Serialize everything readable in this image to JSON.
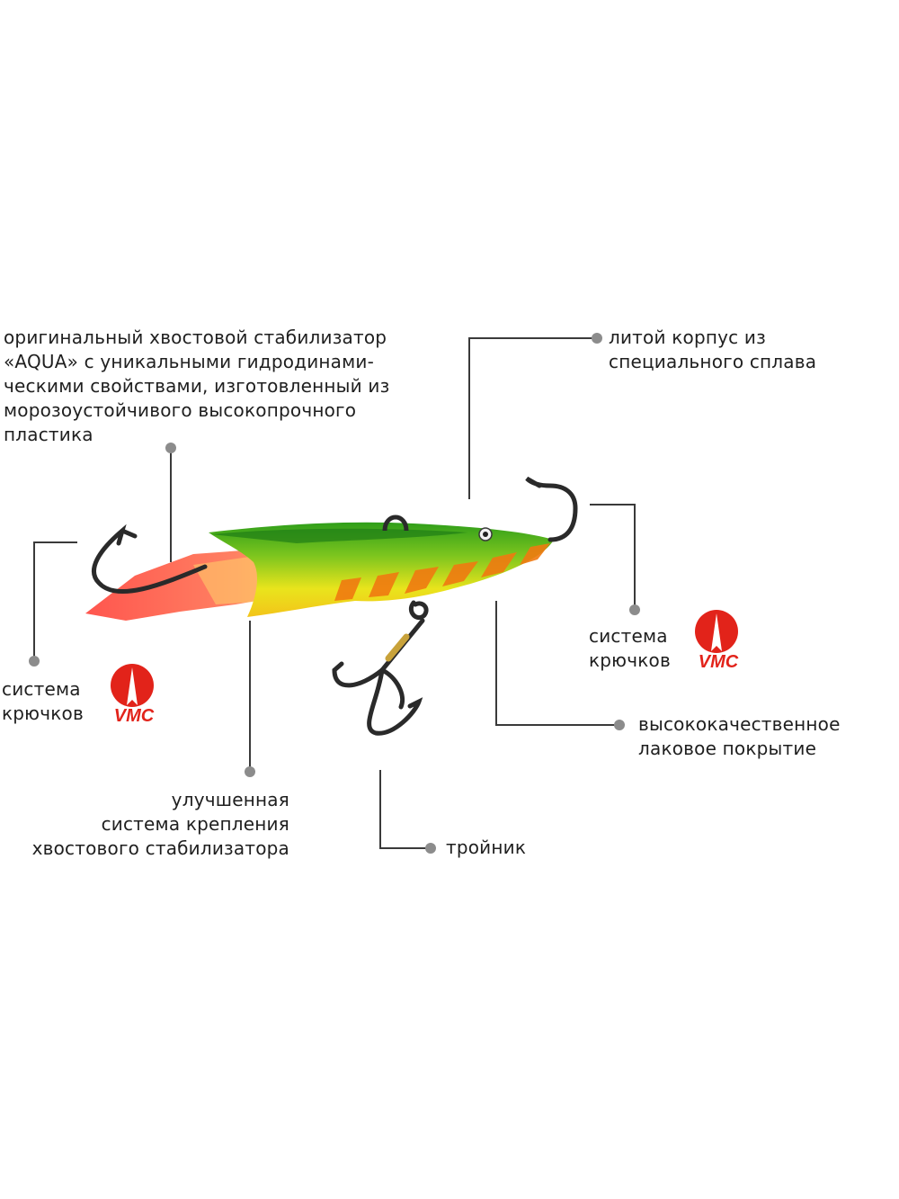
{
  "callouts": {
    "tail_stabilizer": {
      "lines": [
        "оригинальный хвостовой стабилизатор",
        "«AQUA» с уникальными гидродинами-",
        "ческими свойствами, изготовленный из",
        "морозоустойчивого высокопрочного",
        "пластика"
      ]
    },
    "cast_body": {
      "lines": [
        "литой корпус из",
        "специального сплава"
      ]
    },
    "hook_system_left": {
      "lines": [
        "система",
        "крючков"
      ]
    },
    "hook_system_right": {
      "lines": [
        "система",
        "крючков"
      ]
    },
    "lacquer_coating": {
      "lines": [
        "высококачественное",
        "лаковое покрытие"
      ]
    },
    "tail_mount": {
      "lines": [
        "улучшенная",
        "система крепления",
        "хвостового стабилизатора"
      ]
    },
    "treble_hook": {
      "lines": [
        "тройник"
      ]
    }
  },
  "brand": {
    "logo_text": "VMC",
    "color": "#e2231a"
  },
  "colors": {
    "leader_line": "#3a3a3a",
    "dot": "#8c8c8c",
    "body_green": "#4caf1e",
    "body_yellow": "#e8e21a",
    "tail_pink": "#ff5a4a",
    "stripe_orange": "#f07a10",
    "hook": "#2a2a2a"
  }
}
